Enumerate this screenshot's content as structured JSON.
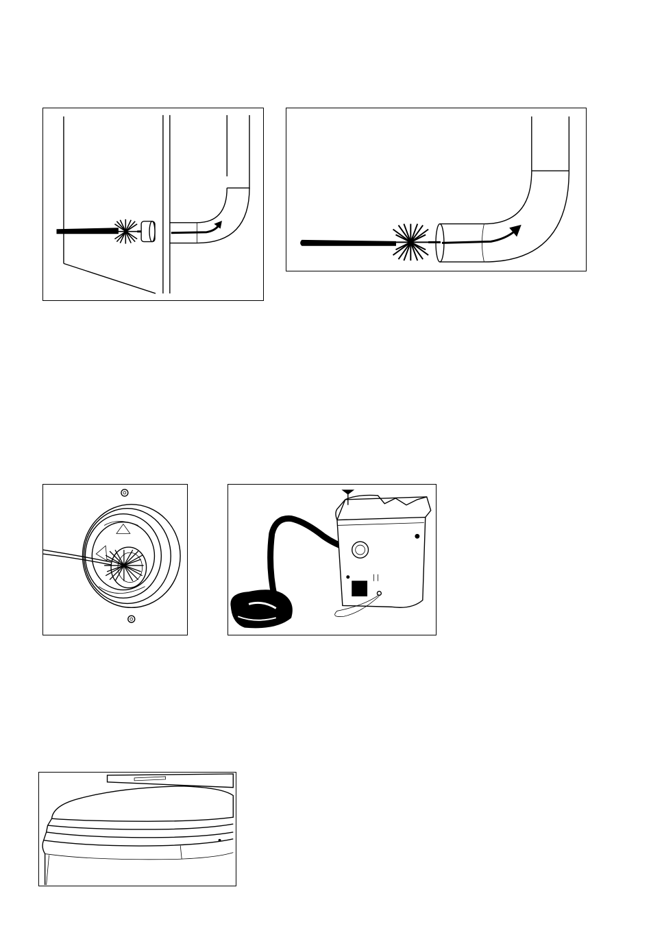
{
  "colors": {
    "line": "#000000",
    "background": "#ffffff"
  },
  "figures": [
    {
      "id": "fig1",
      "icon": "brush-cleaning-vent-pipe-through-wall-illustration"
    },
    {
      "id": "fig2",
      "icon": "brush-cleaning-elbow-pipe-illustration"
    },
    {
      "id": "fig3",
      "icon": "brush-cleaning-fan-housing-illustration"
    },
    {
      "id": "fig4",
      "icon": "vacuum-cleaning-toilet-unit-illustration"
    },
    {
      "id": "fig5",
      "icon": "toilet-lid-illustration"
    }
  ]
}
